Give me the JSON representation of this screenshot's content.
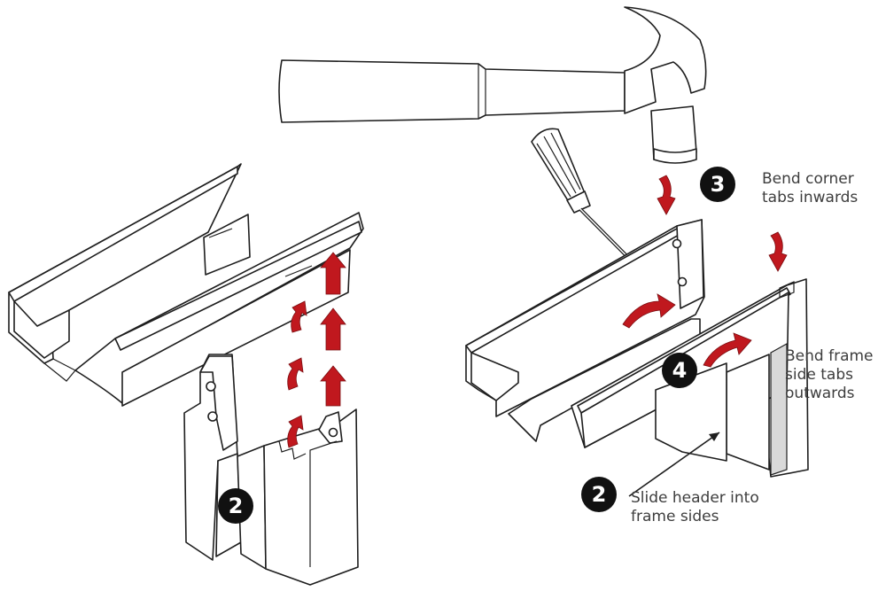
{
  "steps": {
    "step2_left": {
      "number": "2"
    },
    "step2_right": {
      "number": "2",
      "text": "Slide header into\nframe sides"
    },
    "step3": {
      "number": "3",
      "text": "Bend corner\ntabs inwards"
    },
    "step4": {
      "number": "4",
      "text": "Bend frame\nside tabs\noutwards"
    }
  },
  "colors": {
    "arrow": "#c0181e",
    "badge": "#111111",
    "text": "#3d3d3d"
  },
  "icons": [
    "hammer-icon",
    "screwdriver-icon"
  ]
}
